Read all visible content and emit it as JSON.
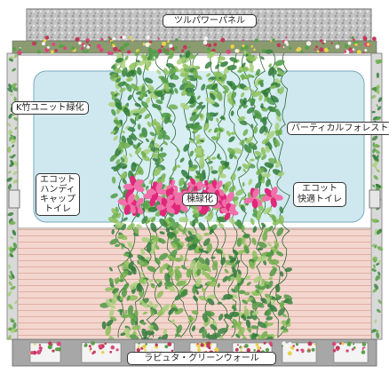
{
  "labels": {
    "solar_panel": "ツルパワーパネル",
    "bamboo_unit": "K竹ユニット緑化",
    "vertical_forest": "バーティカルフォレスト",
    "ecot_handicap": "エコット\nハンディ\nキャップ\nトイレ",
    "building_greening": "棟緑化",
    "ecot_comfort": "エコット\n快適トイレ",
    "laputa_green_wall": "ラピュタ・グリーンウォール"
  },
  "colors": {
    "panel_stone": "#bfbfbf",
    "glass": "#cfe8ef",
    "floor": "#f2d4cc",
    "foliage_dark": "#2f7a3a",
    "foliage_light": "#8cc05a",
    "flower_pink": "#e0287a",
    "frame": "#8a8a8a"
  }
}
